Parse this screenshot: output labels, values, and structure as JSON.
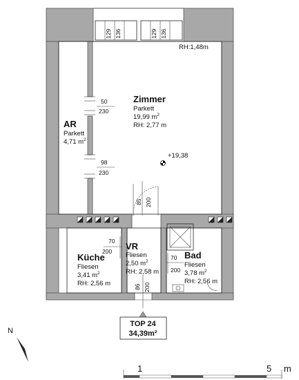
{
  "rooms": {
    "zimmer": {
      "name": "Zimmer",
      "floor": "Parkett",
      "area": "19,99 m",
      "area_sup": "2",
      "height": "RH: 2,77 m"
    },
    "ar": {
      "name": "AR",
      "floor": "Parkett",
      "area": "4,71 m",
      "area_sup": "2"
    },
    "kueche": {
      "name": "Küche",
      "floor": "Fliesen",
      "area": "3,41 m",
      "area_sup": "2",
      "height": "RH: 2,56 m"
    },
    "vr": {
      "name": "VR",
      "floor": "Fliesen",
      "area": "2,50 m",
      "area_sup": "2",
      "height": "RH: 2,58 m"
    },
    "bad": {
      "name": "Bad",
      "floor": "Fliesen",
      "area": "3,78 m",
      "area_sup": "2",
      "height": "RH: 2,56 m"
    }
  },
  "window_dims": {
    "left_a": "129",
    "left_b": "136",
    "right_a": "129",
    "right_b": "136"
  },
  "room_height_window": "RH:1,48m",
  "elevation": "+19,38",
  "doors": {
    "ar_upper": {
      "w": "50",
      "h": "230"
    },
    "ar_lower": {
      "w": "98",
      "h": "230"
    },
    "zimmer": {
      "w": "85",
      "h": "200"
    },
    "kueche": {
      "w": "70",
      "h": "200"
    },
    "bad": {
      "w": "70",
      "h": "200"
    },
    "entry": {
      "w": "86",
      "h": "200"
    }
  },
  "unit": {
    "name": "TOP 24",
    "area": "34,39m²"
  },
  "north_label": "N",
  "scale": {
    "label_1": "1",
    "label_5": "5",
    "unit": "m"
  }
}
